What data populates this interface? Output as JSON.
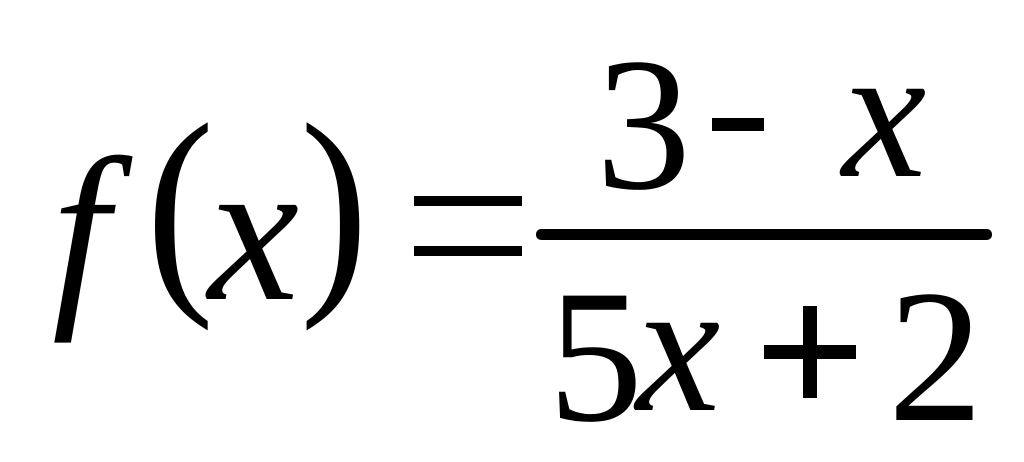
{
  "formula": {
    "lhs": {
      "function_name": "f",
      "open_paren": "(",
      "argument": "x",
      "close_paren": ")"
    },
    "relation": "=",
    "numerator": {
      "term1": "3",
      "operator": "-",
      "term2": "x"
    },
    "denominator": {
      "coefficient": "5",
      "variable": "x",
      "operator": "+",
      "constant": "2"
    }
  }
}
